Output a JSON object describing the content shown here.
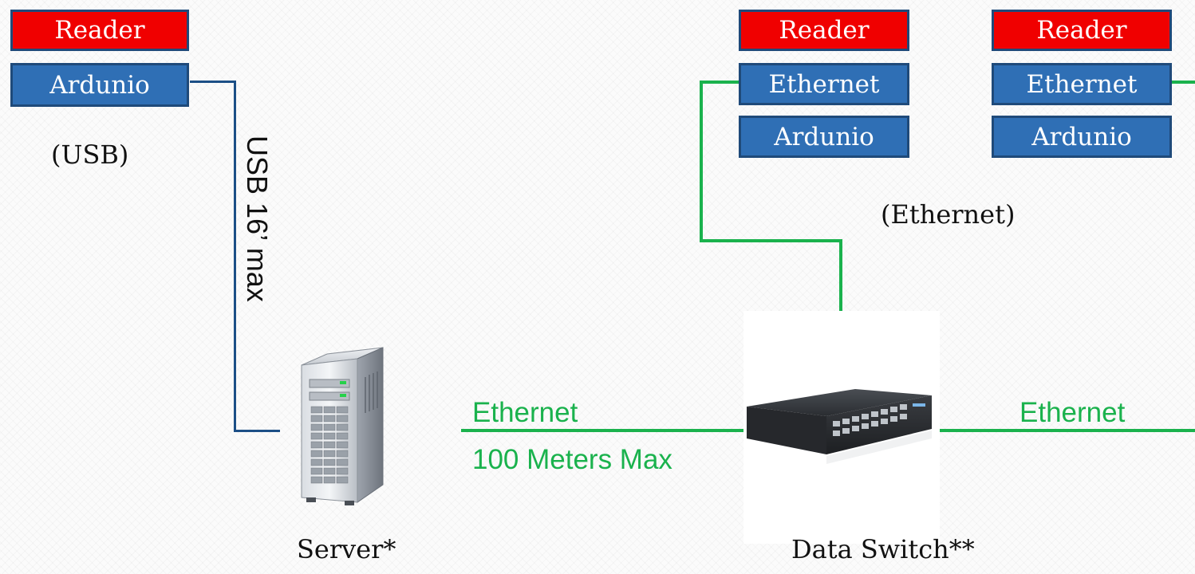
{
  "usb_station": {
    "reader_label": "Reader",
    "ardunio_label": "Ardunio",
    "connection_label": "(USB)",
    "cable_label": "USB 16’ max"
  },
  "ethernet_station_1": {
    "reader_label": "Reader",
    "ethernet_label": "Ethernet",
    "ardunio_label": "Ardunio"
  },
  "ethernet_station_2": {
    "reader_label": "Reader",
    "ethernet_label": "Ethernet",
    "ardunio_label": "Ardunio"
  },
  "ethernet_group_label": "(Ethernet)",
  "server": {
    "label": "Server*"
  },
  "switch": {
    "label": "Data Switch**"
  },
  "links": {
    "server_to_switch_label": "Ethernet",
    "server_to_switch_limit": "100 Meters Max",
    "switch_to_right_label": "Ethernet"
  },
  "colors": {
    "reader_red": "#f00000",
    "box_blue": "#2f6fb5",
    "usb_wire": "#1c4f86",
    "ethernet_wire": "#1ab24d"
  },
  "icons": {
    "server": "server-tower-icon",
    "switch": "network-switch-icon"
  }
}
